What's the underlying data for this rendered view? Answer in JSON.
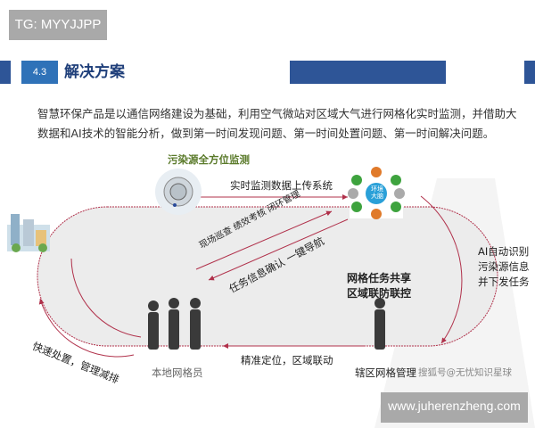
{
  "watermark_top": "TG: MYYJJPP",
  "watermark_bottom": "www.juherenzheng.com",
  "section": {
    "number": "4.3",
    "title": "解决方案"
  },
  "paragraph": "智慧环保产品是以通信网络建设为基础，利用空气微站对区域大气进行网格化实时监测，并借助大数据和AI技术的智能分析，做到第一时间发现问题、第一时间处置问题、第一时间解决问题。",
  "diagram": {
    "monitor_title": "污染源全方位监测",
    "upload": "实时监测数据上传系统",
    "brain": "环境大脑",
    "diag_up": "现场巡查  绩效考核  闭环管理",
    "diag_down": "任务信息确认  一键导航",
    "ai": [
      "AI自动识别",
      "污染源信息",
      "并下发任务"
    ],
    "share": [
      "网格任务共享",
      "区域联防联控"
    ],
    "locate": "精准定位，区域联动",
    "local": "本地网格员",
    "dispose": "快速处置，管理减排",
    "manager": "辖区网格管理",
    "source_mark": "搜狐号@无忧知识星球"
  },
  "colors": {
    "blue": "#2e5597",
    "arrow": "#b0304a",
    "green": "#5a7a2a"
  }
}
